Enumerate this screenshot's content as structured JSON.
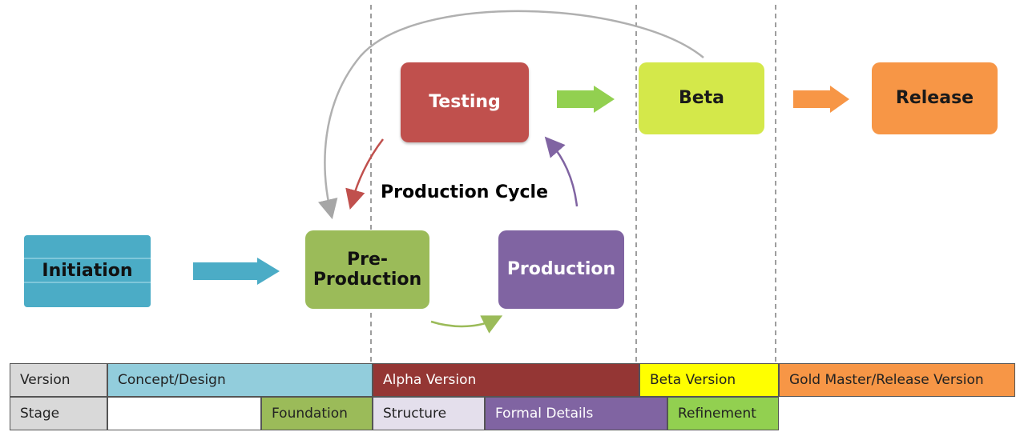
{
  "nodes": {
    "testing": "Testing",
    "beta": "Beta",
    "release": "Release",
    "initiation": "Initiation",
    "pre_production_line1": "Pre-",
    "pre_production_line2": "Production",
    "production": "Production"
  },
  "cycle_label": "Production Cycle",
  "table": {
    "version_row": {
      "header": "Version",
      "cells": [
        "Concept/Design",
        "Alpha Version",
        "Beta Version",
        "Gold Master/Release Version"
      ]
    },
    "stage_row": {
      "header": "Stage",
      "cells": [
        "",
        "Foundation",
        "Structure",
        "Formal Details",
        "Refinement",
        ""
      ]
    }
  },
  "colors": {
    "concept": "#92cddc",
    "alpha": "#943634",
    "beta": "#ffff00",
    "gold": "#f79646",
    "foundation": "#9bbb59",
    "structure": "#e4dfec",
    "formal": "#8064a2",
    "refinement": "#92d050",
    "header": "#d9d9d9"
  }
}
